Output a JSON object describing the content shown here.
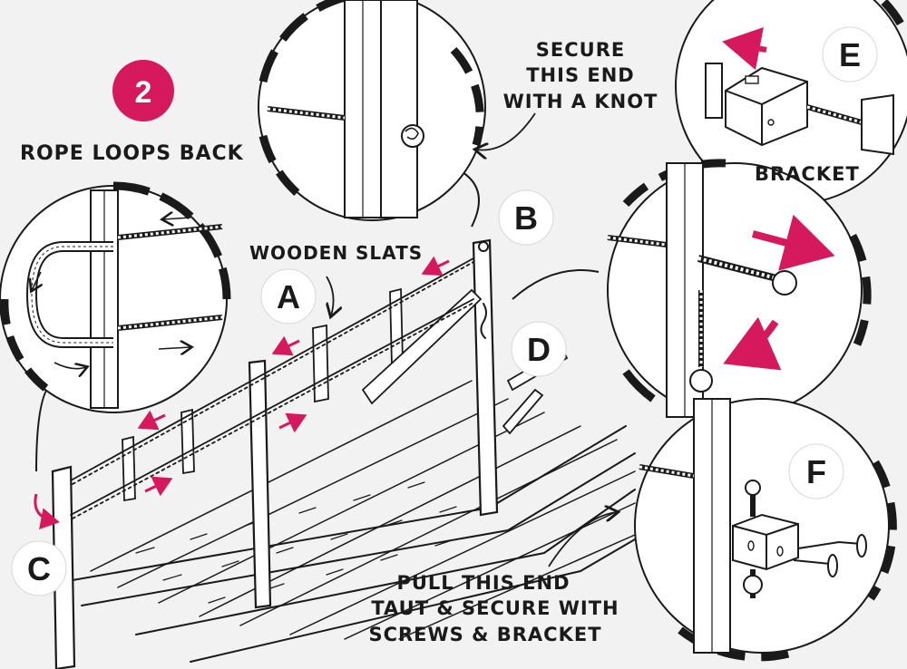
{
  "step": {
    "number": "2",
    "color": "#d6185d"
  },
  "accent_color": "#d6185d",
  "ink_color": "#1a1a1a",
  "labels": {
    "rope_loops_back": "ROPE LOOPS BACK",
    "secure_line1": "SECURE",
    "secure_line2": "THIS END",
    "secure_line3": "WITH A KNOT",
    "wooden_slats": "WOODEN SLATS",
    "bracket": "BRACKET",
    "pull_line1": "PULL THIS END",
    "pull_line2": "TAUT & SECURE WITH",
    "pull_line3": "SCREWS & BRACKET"
  },
  "markers": {
    "a": "A",
    "b": "B",
    "c": "C",
    "d": "D",
    "e": "E",
    "f": "F"
  }
}
